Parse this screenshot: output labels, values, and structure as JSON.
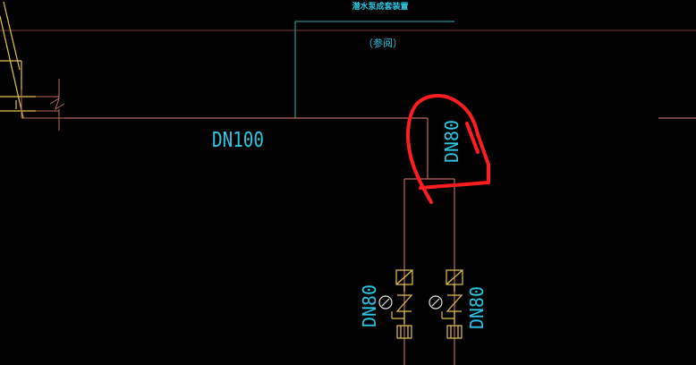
{
  "drawing": {
    "header_note": "潜水泵成套装置",
    "header_subnote": "（参阅）",
    "main_pipe_label": "DN100",
    "riser_label": "DN80",
    "branch_left_label": "DN80",
    "branch_right_label": "DN80"
  },
  "colors": {
    "background": "#000000",
    "pipe": "#c06a5a",
    "leader": "#2bb3b3",
    "text": "#29c8e6",
    "equipment": "#e6c44b",
    "gauge": "#e6e6e6",
    "markup": "#ff1e1e"
  }
}
